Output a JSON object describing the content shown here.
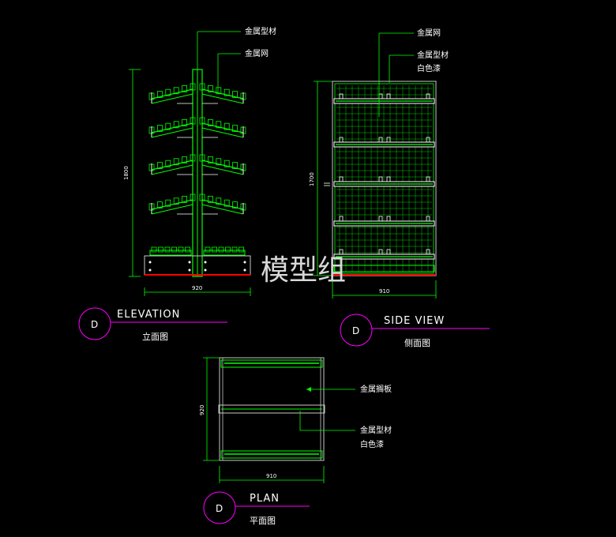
{
  "colors": {
    "background": "#000000",
    "green": "#00ff00",
    "magenta": "#ff00ff",
    "white": "#ffffff",
    "red": "#ff0000",
    "grey": "#c8c8c8"
  },
  "watermark": "模型组",
  "views": {
    "elevation": {
      "circle_letter": "D",
      "title": "ELEVATION",
      "subtitle": "立面图",
      "labels": [
        "金属型材",
        "金属网"
      ],
      "dim_height": "1800",
      "dim_width": "920"
    },
    "side": {
      "circle_letter": "D",
      "title": "SIDE VIEW",
      "subtitle": "侧面图",
      "labels": [
        "金属网",
        "金属型材",
        "白色漆"
      ],
      "dim_height": "1700",
      "dim_width": "910"
    },
    "plan": {
      "circle_letter": "D",
      "title": "PLAN",
      "subtitle": "平面图",
      "labels": [
        "金属搁板",
        "金属型材",
        "白色漆"
      ],
      "dim_height": "920",
      "dim_width": "910"
    }
  }
}
